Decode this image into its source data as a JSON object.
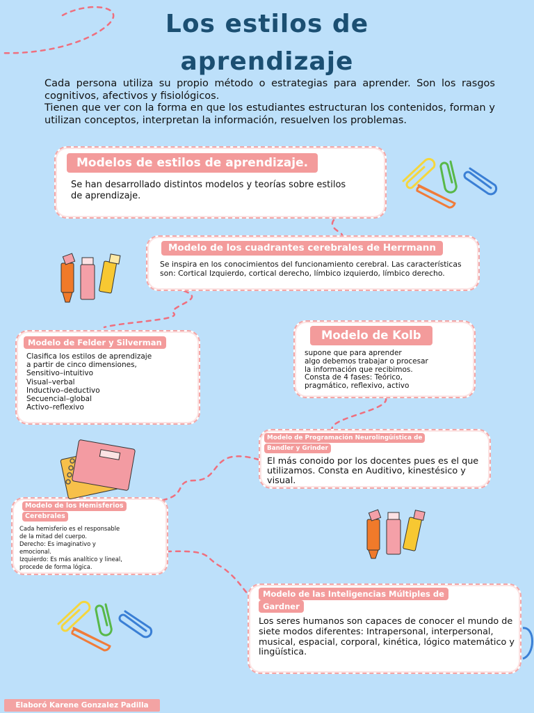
{
  "title_line1": "Los estilos de",
  "title_line2": "aprendizaje",
  "intro": {
    "p1": "Cada persona utiliza su propio método o estrategias para aprender. Son los rasgos cognitivos, afectivos y fisiológicos.",
    "p2": "Tienen que ver con la forma en que los estudiantes estructuran los contenidos, forman y utilizan conceptos, interpretan la información, resuelven los problemas."
  },
  "cards": {
    "modelos": {
      "title": "Modelos de estilos de aprendizaje.",
      "text": "Se han desarrollado distintos modelos y teorías sobre estilos de aprendizaje."
    },
    "herrmann": {
      "title": "Modelo de los cuadrantes cerebrales de Herrmann",
      "text": "Se inspira en los conocimientos del funcionamiento cerebral. Las características son: Cortical Izquierdo, cortical derecho, límbico izquierdo, límbico derecho."
    },
    "felder": {
      "title": "Modelo de Felder y Silverman",
      "lines": [
        "Clasifica los estilos de aprendizaje",
        "a partir de cinco dimensiones,",
        "Sensitivo–intuitivo",
        "Visual–verbal",
        "Inductivo–deductivo",
        "Secuencial–global",
        "Activo–reflexivo"
      ]
    },
    "kolb": {
      "title": "Modelo de Kolb",
      "lines": [
        "supone que para aprender",
        "algo debemos trabajar o procesar",
        "la información que recibimos.",
        "Consta de 4 fases: Teórico,",
        "pragmático, reflexivo, activo"
      ]
    },
    "pnl": {
      "title_line1": "Modelo de Programación Neurolingüística de",
      "title_line2": "Bandler y Grinder",
      "text": "El más conoido por los docentes pues es el que utilizamos. Consta en Auditivo, kinestésico y visual."
    },
    "hemisferios": {
      "title_line1": "Modelo de los Hemisferios",
      "title_line2": "Cerebrales",
      "lines": [
        "Cada hemisferio es el responsable",
        "de la mitad del cuerpo.",
        "Derecho: Es imaginativo y",
        "emocional.",
        "Izquierdo: Es más analítico y lineal,",
        "procede de forma lógica."
      ]
    },
    "gardner": {
      "title_line1": "Modelo de las Inteligencias Múltiples de",
      "title_line2": "Gardner",
      "text": "Los seres humanos son capaces de conocer el mundo de siete modos diferentes: Intrapersonal, interpersonal, musical, espacial, corporal, kinética, lógico matemático y lingüística."
    }
  },
  "footer": "Elaboró Karene Gonzalez Padilla",
  "colors": {
    "background": "#bde0fa",
    "title": "#1b4f72",
    "tag": "#f39b9b",
    "border": "#f4a6a6",
    "clip_yellow": "#f5d63d",
    "clip_green": "#58b848",
    "clip_blue": "#3a7fd5",
    "clip_orange": "#f07c3a",
    "highlighter_orange": "#f07a2a",
    "highlighter_pink": "#f4a0a8",
    "highlighter_yellow": "#f7c832"
  },
  "icons": [
    "paperclip-icon",
    "highlighter-icon",
    "notebook-icon"
  ]
}
